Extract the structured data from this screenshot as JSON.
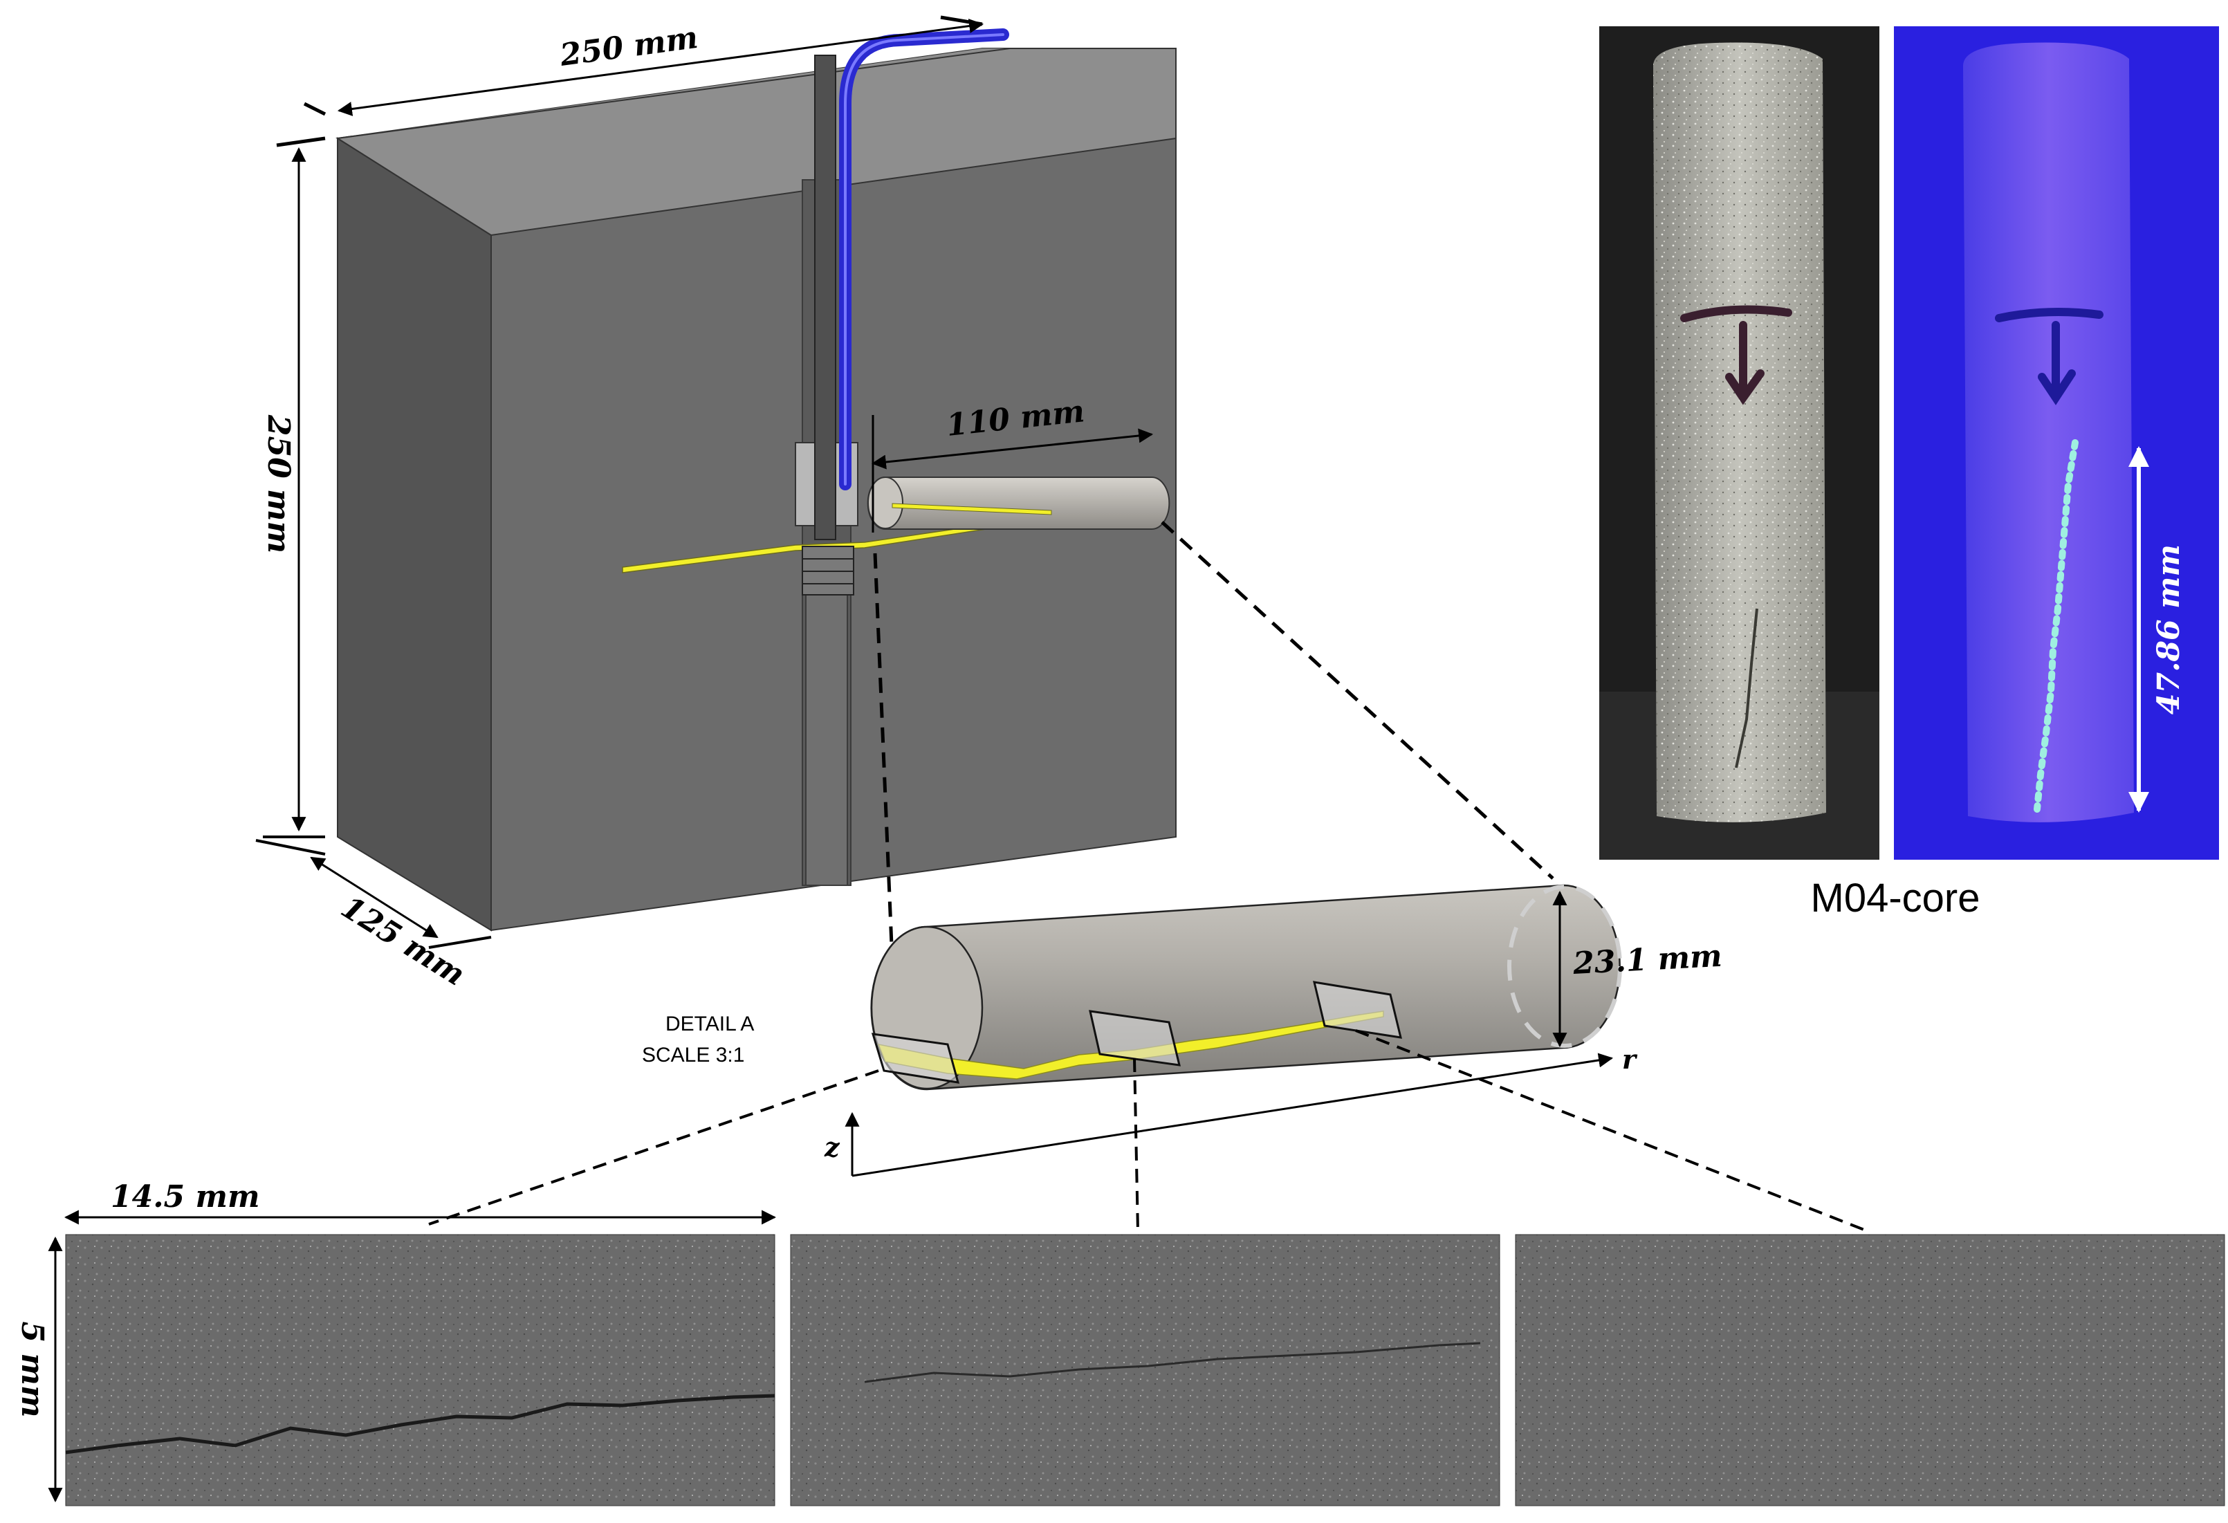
{
  "block": {
    "width_label": "250 mm",
    "height_label": "250 mm",
    "depth_label": "125 mm",
    "fracture_length_label": "110 mm"
  },
  "detail": {
    "title": "DETAIL A",
    "scale": "SCALE 3:1",
    "diameter_label": "23.1 mm",
    "axis_z": "z",
    "axis_r": "r"
  },
  "micrographs": {
    "width_label": "14.5 mm",
    "height_label": "5 mm"
  },
  "core": {
    "name": "M04-core",
    "crack_length_label": "47.86 mm"
  },
  "colors": {
    "block_front": "#6c6c6c",
    "block_top": "#8e8e8e",
    "block_side": "#545454",
    "fracture": "#f2ef2a",
    "tube": "#2a2ad0",
    "uv_background": "#2a20e0"
  }
}
